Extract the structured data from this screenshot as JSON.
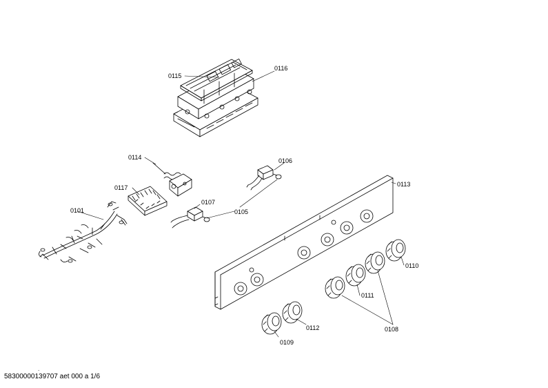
{
  "labels": {
    "p0101": "0101",
    "p0105": "0105",
    "p0106": "0106",
    "p0107": "0107",
    "p0108": "0108",
    "p0109": "0109",
    "p0110": "0110",
    "p0111": "0111",
    "p0112": "0112",
    "p0113": "0113",
    "p0114": "0114",
    "p0115": "0115",
    "p0116": "0116",
    "p0117": "0117"
  },
  "footer": {
    "dot": ".",
    "drawing_id": "58300000139707 aet 000 a 1/6"
  },
  "colors": {
    "line": "#000000",
    "background": "#ffffff"
  }
}
